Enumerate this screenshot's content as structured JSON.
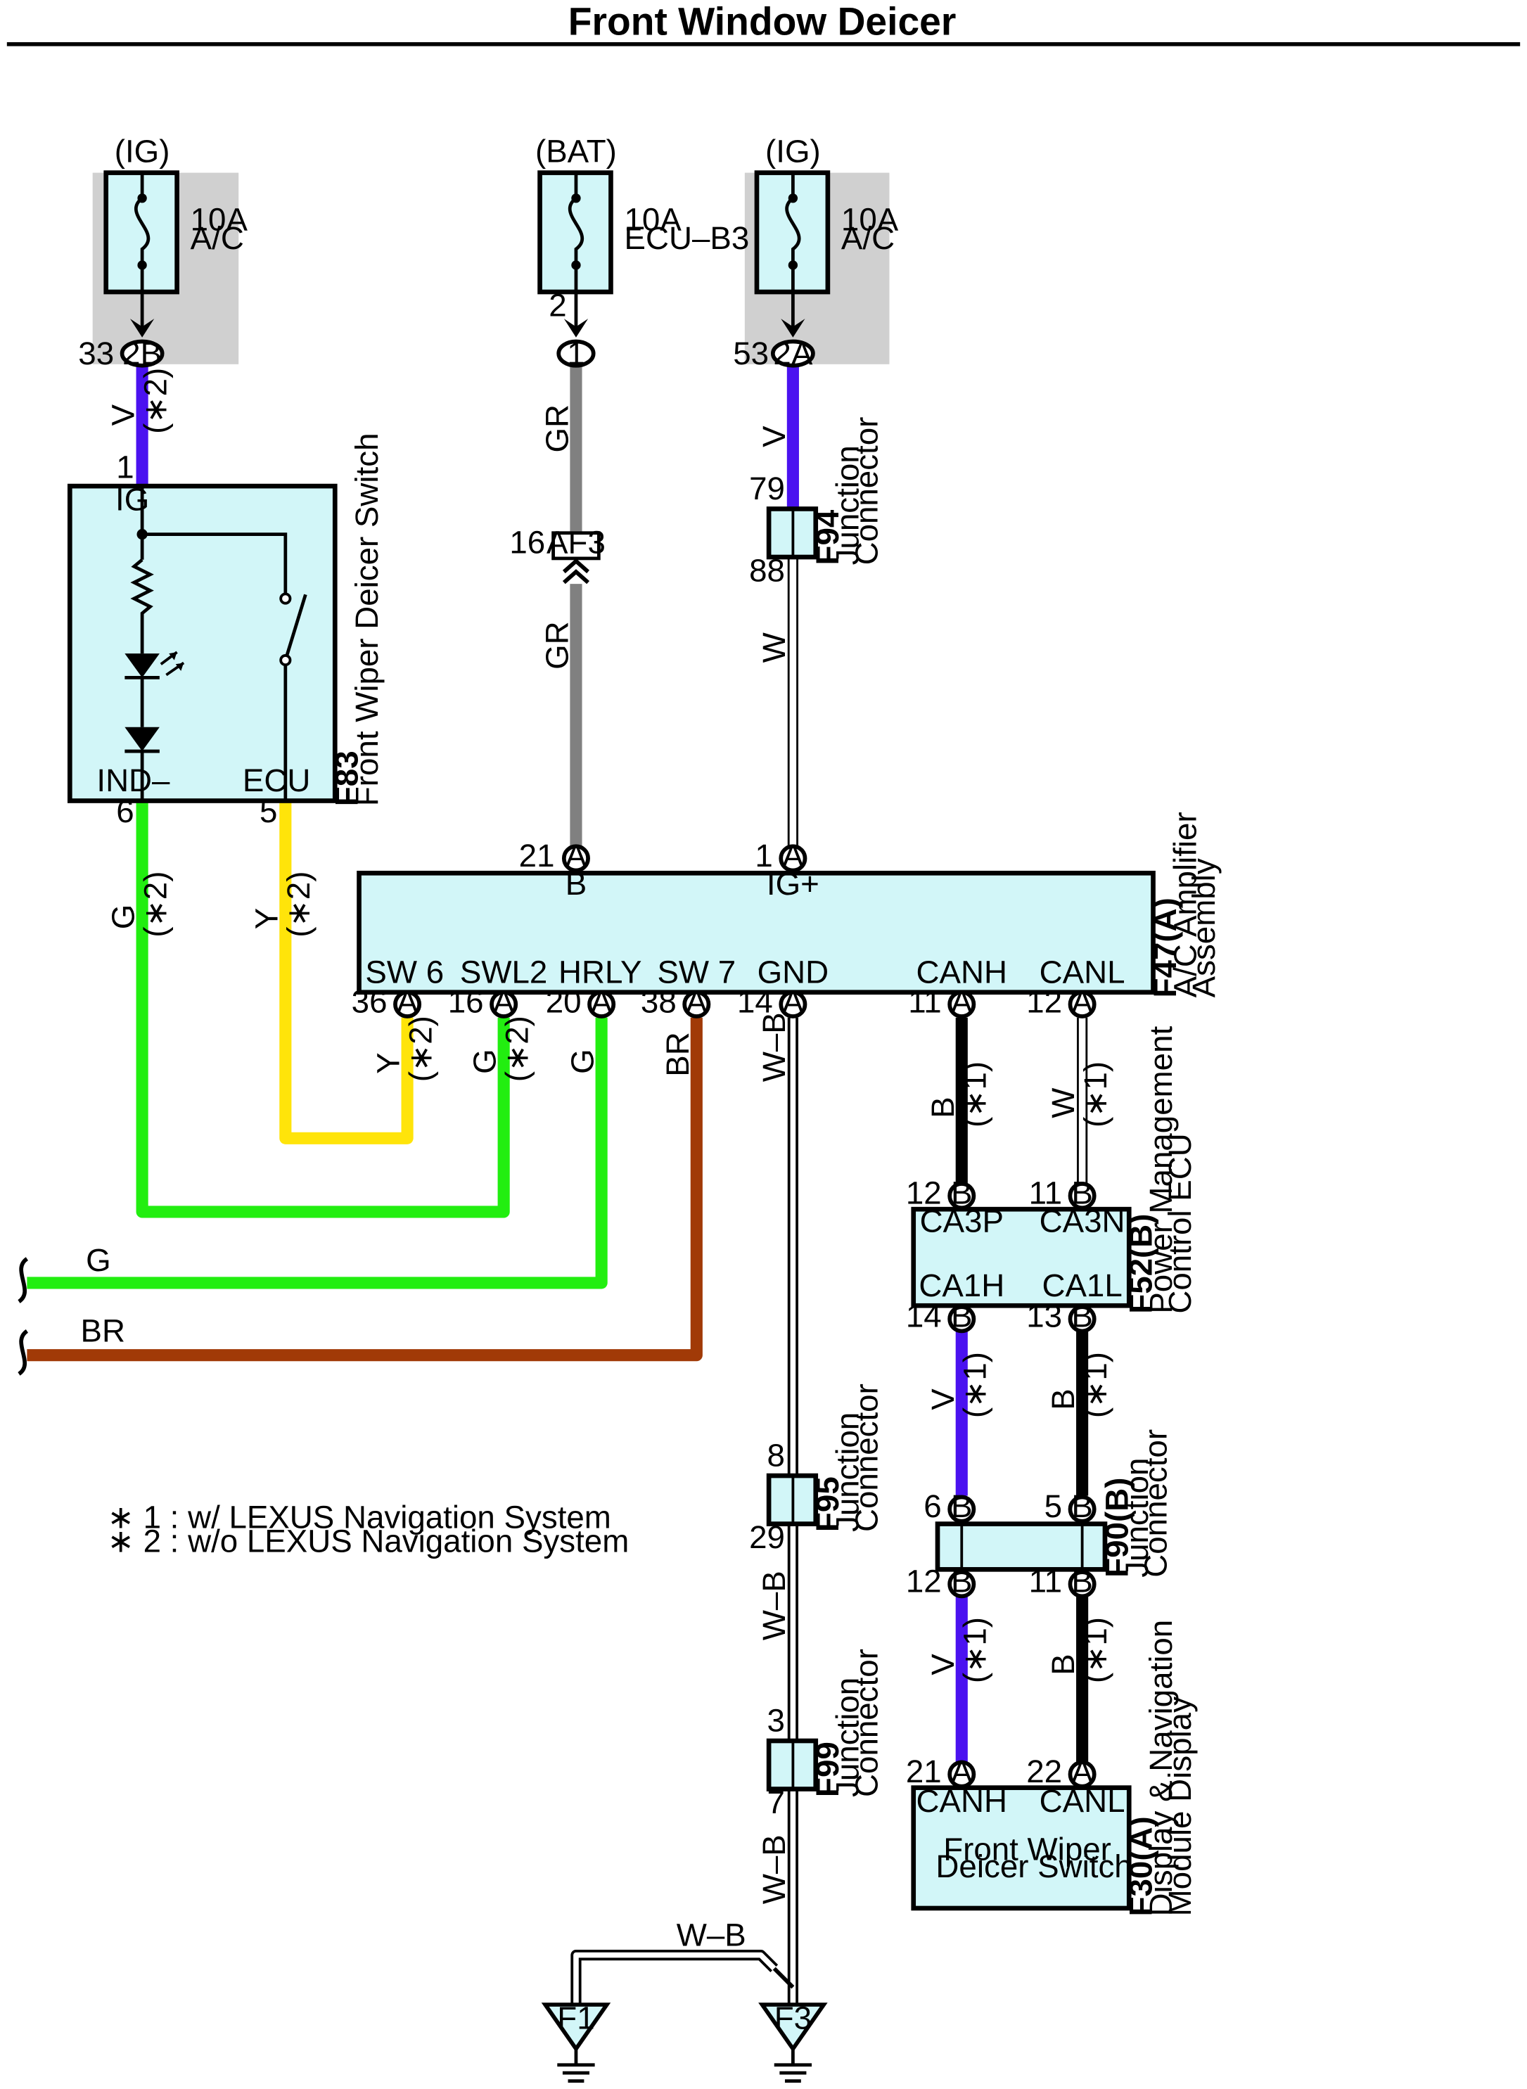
{
  "title": "Front Window Deicer",
  "colors": {
    "V": "#4a12f0",
    "GR": "#808080",
    "G": "#22ee10",
    "Y": "#ffe40a",
    "BR": "#a13a07",
    "B": "#000000",
    "W": "#ffffff",
    "component_fill": "#d2f6f8",
    "fuse_shade": "#d0d0d0"
  },
  "power": {
    "ig_left": {
      "label": "(IG)",
      "rating": "10A",
      "name": "A/C",
      "conn": "2B",
      "pin": "33"
    },
    "bat": {
      "label": "(BAT)",
      "rating": "10A",
      "name": "ECU–B3",
      "out_pin": "2",
      "conn": "1"
    },
    "ig_right": {
      "label": "(IG)",
      "rating": "10A",
      "name": "A/C",
      "conn": "2A",
      "pin": "53"
    }
  },
  "wires": {
    "v_top": {
      "code": "V",
      "note": "(∗2)"
    },
    "gr_top": {
      "code": "GR"
    },
    "gr_bottom": {
      "code": "GR"
    },
    "v_right": {
      "code": "V"
    },
    "w_right": {
      "code": "W"
    },
    "g_ind": {
      "code": "G",
      "note": "(∗2)"
    },
    "y_ecu": {
      "code": "Y",
      "note": "(∗2)"
    },
    "y_sw6": {
      "code": "Y",
      "note": "(∗2)"
    },
    "g_swl2": {
      "code": "G",
      "note": "(∗2)"
    },
    "g_hrly": {
      "code": "G"
    },
    "br_sw7": {
      "code": "BR"
    },
    "wb_gnd": {
      "code": "W–B"
    },
    "b_canh": {
      "code": "B",
      "note": "(∗1)"
    },
    "w_canl": {
      "code": "W",
      "note": "(∗1)"
    },
    "g_left": {
      "code": "G"
    },
    "br_left": {
      "code": "BR"
    },
    "v_mid": {
      "code": "V",
      "note": "(∗1)"
    },
    "b_mid": {
      "code": "B",
      "note": "(∗1)"
    },
    "v_low": {
      "code": "V",
      "note": "(∗1)"
    },
    "b_low": {
      "code": "B",
      "note": "(∗1)"
    },
    "wb_mid": {
      "code": "W–B"
    },
    "wb_low": {
      "code": "W–B"
    },
    "wb_ground": {
      "code": "W–B"
    }
  },
  "af3": {
    "pin": "16",
    "label": "AF3"
  },
  "f83": {
    "code": "F83",
    "name": "Front Wiper Deicer Switch",
    "pin_ig": "1",
    "pin_ind": "6",
    "pin_ecu": "5",
    "lbl_ig": "IG",
    "lbl_ind": "IND–",
    "lbl_ecu": "ECU"
  },
  "f94": {
    "code": "F94",
    "line1": "Junction",
    "line2": "Connector",
    "pin_in": "79",
    "pin_out": "88"
  },
  "f47": {
    "code": "F47(A)",
    "line1": "A/C Amplifier",
    "line2": "Assembly",
    "top_pins": [
      {
        "num": "21",
        "letter": "A",
        "label": "B"
      },
      {
        "num": "1",
        "letter": "A",
        "label": "IG+"
      }
    ],
    "bottom_pins": [
      {
        "num": "36",
        "letter": "A",
        "label": "SW 6"
      },
      {
        "num": "16",
        "letter": "A",
        "label": "SWL2"
      },
      {
        "num": "20",
        "letter": "A",
        "label": "HRLY"
      },
      {
        "num": "38",
        "letter": "A",
        "label": "SW 7"
      },
      {
        "num": "14",
        "letter": "A",
        "label": "GND"
      },
      {
        "num": "11",
        "letter": "A",
        "label": "CANH"
      },
      {
        "num": "12",
        "letter": "A",
        "label": "CANL"
      }
    ]
  },
  "f52": {
    "code": "F52(B)",
    "line1": "Power Management",
    "line2": "Control ECU",
    "top_pins": [
      {
        "num": "12",
        "letter": "B",
        "label": "CA3P"
      },
      {
        "num": "11",
        "letter": "B",
        "label": "CA3N"
      }
    ],
    "bottom_pins": [
      {
        "num": "14",
        "letter": "B",
        "label": "CA1H"
      },
      {
        "num": "13",
        "letter": "B",
        "label": "CA1L"
      }
    ]
  },
  "f90": {
    "code": "F90(B)",
    "line1": "Junction",
    "line2": "Connector",
    "top_pins": [
      {
        "num": "6",
        "letter": "B"
      },
      {
        "num": "5",
        "letter": "B"
      }
    ],
    "bottom_pins": [
      {
        "num": "12",
        "letter": "B"
      },
      {
        "num": "11",
        "letter": "B"
      }
    ]
  },
  "f95": {
    "code": "F95",
    "line1": "Junction",
    "line2": "Connector",
    "pin_in": "8",
    "pin_out": "29"
  },
  "f99": {
    "code": "F99",
    "line1": "Junction",
    "line2": "Connector",
    "pin_in": "3",
    "pin_out": "7"
  },
  "f30": {
    "code": "F30(A)",
    "line1": "Display & Navigation",
    "line2": "Module Display",
    "inner1": "Front Wiper",
    "inner2": "Deicer Switch",
    "pins": [
      {
        "num": "21",
        "letter": "A",
        "label": "CANH"
      },
      {
        "num": "22",
        "letter": "A",
        "label": "CANL"
      }
    ]
  },
  "grounds": {
    "g1": "F1",
    "g2": "F3"
  },
  "notes": {
    "n1": "∗ 1 : w/ LEXUS Navigation System",
    "n2": "∗ 2 : w/o LEXUS Navigation System"
  }
}
